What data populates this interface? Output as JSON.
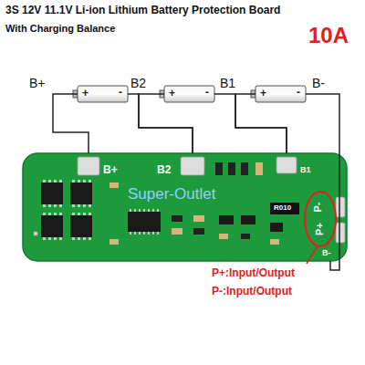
{
  "diagram": {
    "title": "3S 12V 11.1V Li-ion Lithium Battery Protection Board",
    "nodes": [
      {
        "text": [
          "+",
          "-"
        ]
      },
      {
        "text": [
          "+",
          "-"
        ]
      },
      {
        "text": [
          "+",
          "-"
        ]
      },
      {
        "text": [
          "B+",
          "B2",
          "B1",
          "P-",
          "P+",
          "B-"
        ]
      }
    ],
    "edges": [
      {
        "from": 0,
        "to": 3,
        "arrow": "none",
        "label": "B+"
      },
      {
        "from": 0,
        "to": 3,
        "arrow": "none",
        "label": "B2"
      },
      {
        "from": 1,
        "to": 3,
        "arrow": "none"
      },
      {
        "from": 1,
        "to": 3,
        "arrow": "none",
        "label": "B1"
      },
      {
        "from": 2,
        "to": 3,
        "arrow": "none"
      },
      {
        "from": 2,
        "to": 3,
        "arrow": "none",
        "label": "B-"
      }
    ],
    "labels": [
      "With Charging Balance",
      "10A",
      "R010",
      "Super-Outlet",
      "P+:Input/Output",
      "P-:Input/Output"
    ]
  }
}
